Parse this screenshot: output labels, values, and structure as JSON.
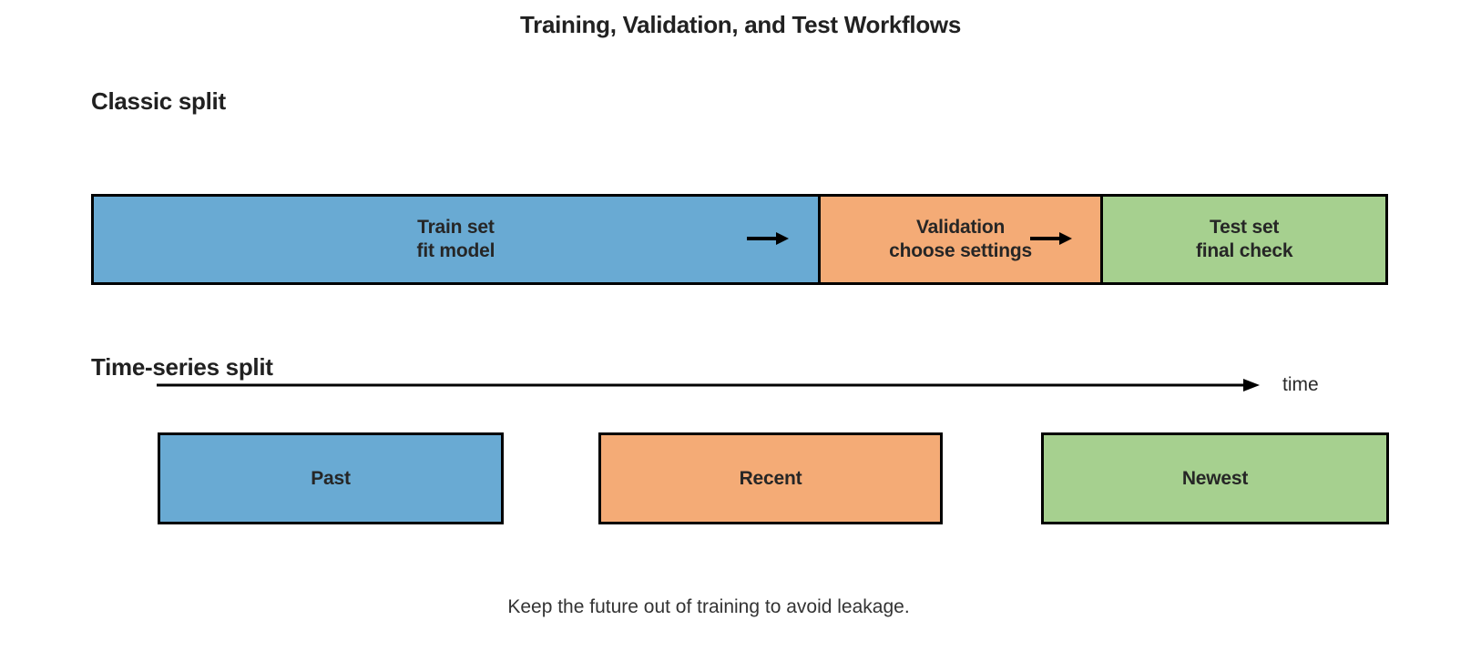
{
  "title": "Training, Validation, and Test Workflows",
  "colors": {
    "train_blue": "#69aad3",
    "validation_orange": "#f4ab76",
    "test_green": "#a6d08f",
    "outline_black": "#000000"
  },
  "icons": {
    "flow_arrow": "→",
    "time_axis_arrow": "→"
  },
  "classic": {
    "heading": "Classic split",
    "segments": [
      {
        "name": "train",
        "line1": "Train set",
        "line2": "fit model",
        "color": "#69aad3"
      },
      {
        "name": "validation",
        "line1": "Validation",
        "line2": "choose settings",
        "color": "#f4ab76"
      },
      {
        "name": "test",
        "line1": "Test set",
        "line2": "final check",
        "color": "#a6d08f"
      }
    ]
  },
  "timeseries": {
    "heading": "Time-series split",
    "axis_label": "time",
    "boxes": [
      {
        "name": "past",
        "label": "Past",
        "color": "#69aad3"
      },
      {
        "name": "recent",
        "label": "Recent",
        "color": "#f4ab76"
      },
      {
        "name": "newest",
        "label": "Newest",
        "color": "#a6d08f"
      }
    ]
  },
  "caption": "Keep the future out of training to avoid leakage."
}
